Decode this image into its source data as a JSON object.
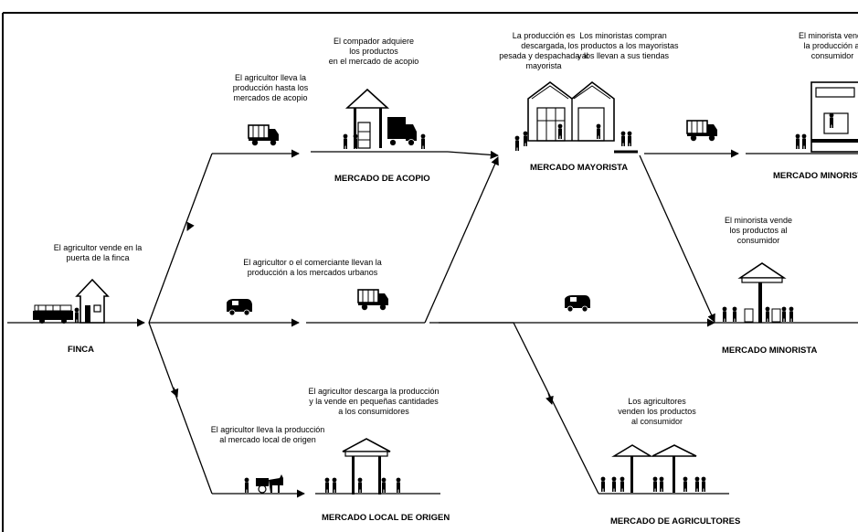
{
  "nodes": {
    "finca": "FINCA",
    "acopio": "MERCADO DE ACOPIO",
    "mayorista": "MERCADO MAYORISTA",
    "minorista_top": "MERCADO MINORIST",
    "minorista": "MERCADO MINORISTA",
    "local": "MERCADO LOCAL DE ORIGEN",
    "agricultores": "MERCADO DE AGRICULTORES"
  },
  "captions": {
    "finca": "El agricultor vende en la\npuerta de la finca",
    "top_route": "El agricultor lleva la\nproducción hasta los\nmercados de acopio",
    "acopio": "El compador adquiere\nlos productos\nen el mercado de acopio",
    "mayorista_1": "La producción es descargada,\npesada y despachada al\nmayorista",
    "mayorista_2": "Los minoristas compran\nlos productos a los mayoristas\ny los llevan a sus tiendas",
    "minorista_top": "El minorista vende\nla producción al\nconsumidor",
    "middle_route": "El agricultor o el comerciante llevan la\nproducción a los mercados urbanos",
    "minorista": "El minorista vende\nlos productos al\nconsumidor",
    "local_route": "El agricultor lleva la producción\nal mercado local de origen",
    "local": "El agricultor descarga la producción\ny la vende en pequeñas cantidades\na los consumidores",
    "agricultores": "Los agricultores\nvenden los productos\nal consumidor"
  },
  "icons": [
    "farmhouse-icon",
    "oxcart-icon",
    "truck-icon",
    "market-stall-icon",
    "warehouse-icon",
    "van-icon",
    "shop-icon",
    "people-icon",
    "scale-icon",
    "horse-cart-icon",
    "umbrella-stall-icon",
    "arrow-icon"
  ],
  "colors": {
    "ink": "#000000",
    "paper": "#ffffff"
  }
}
